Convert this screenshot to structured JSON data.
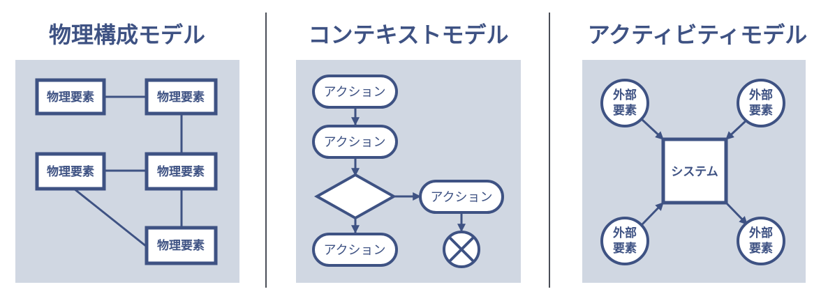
{
  "panels": [
    {
      "title": "物理構成モデル",
      "node_label": "物理要素"
    },
    {
      "title": "コンテキストモデル",
      "node_label": "アクション"
    },
    {
      "title": "アクティビティモデル",
      "system_label": "システム",
      "external_line1": "外部",
      "external_line2": "要素"
    }
  ],
  "colors": {
    "accent": "#3e5283",
    "panel_bg": "#d0d7e2",
    "node_fill": "#ffffff",
    "separator": "#4a4e57"
  }
}
